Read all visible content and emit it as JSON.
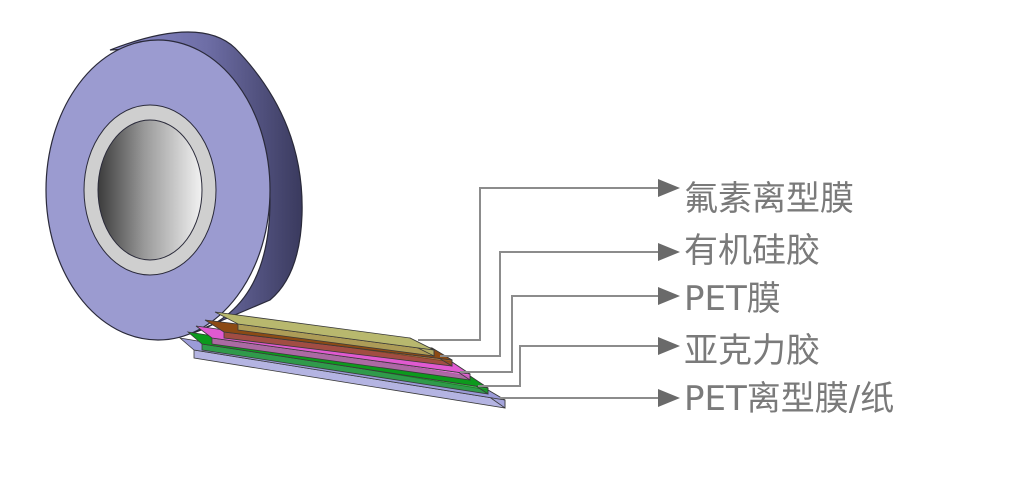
{
  "layers": [
    {
      "label": "氟素离型膜",
      "color": "#b8b86e"
    },
    {
      "label": "有机硅胶",
      "color": "#8c4a14"
    },
    {
      "label": "PET膜",
      "color": "#e05ad0"
    },
    {
      "label": "亚克力胶",
      "color": "#0c9a1c"
    },
    {
      "label": "PET离型膜/纸",
      "color": "#9b9bd8"
    }
  ],
  "colors": {
    "roll_face": "#9b9bd0",
    "roll_outer": "#7a7ab4",
    "core": "#cfcfcf",
    "leader_line": "#8c8c8c",
    "text": "#7a7a7a"
  },
  "icons": [
    "arrow-right-icon"
  ]
}
